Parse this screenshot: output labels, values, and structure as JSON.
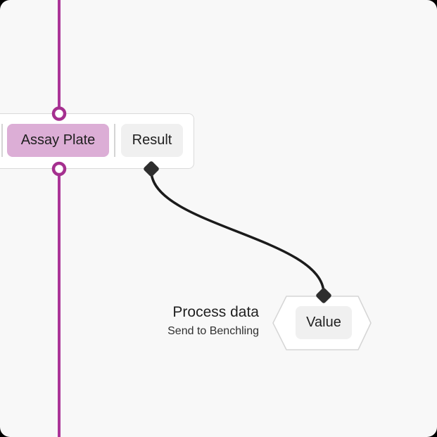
{
  "colors": {
    "background": "#f8f8f8",
    "page_behind": "#000000",
    "flow_line": "#ab3598",
    "port_ring": "#a5308f",
    "chip_selected_bg": "#dcaed6",
    "chip_bg": "#f0f0f0",
    "node_border": "#dadada",
    "connector": "#1b1b1b",
    "diamond": "#2e2e2e",
    "hex_border": "#d5d5d5"
  },
  "entity_node": {
    "chips": [
      {
        "label": "Assay Plate",
        "selected": true
      },
      {
        "label": "Result",
        "selected": false
      }
    ]
  },
  "process_step": {
    "title": "Process data",
    "subtitle": "Send to Benchling",
    "output_label": "Value"
  }
}
